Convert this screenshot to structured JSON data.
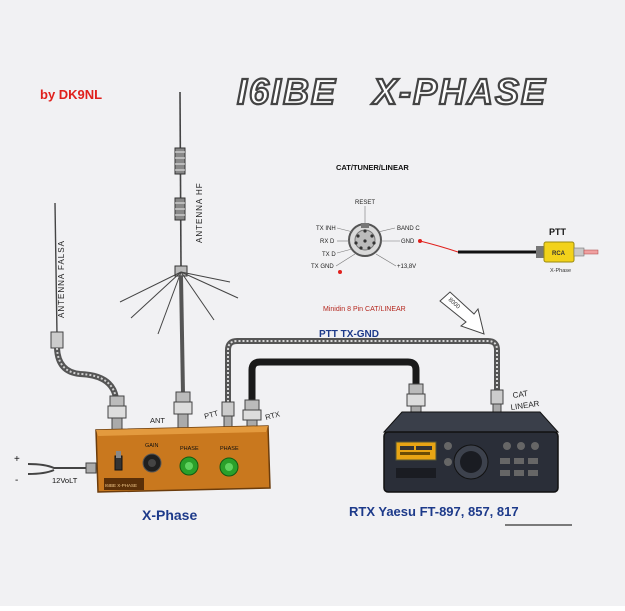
{
  "author": "by DK9NL",
  "title": "I6IBE   X-PHASE",
  "connector": {
    "heading": "CAT/TUNER/LINEAR",
    "pins": {
      "reset": "RESET",
      "tx_inh": "TX INH",
      "band_c": "BAND C",
      "rx_d": "RX D",
      "gnd": "GND",
      "tx_d": "TX D",
      "tx_gnd": "TX GND",
      "v13": "+13,8V"
    },
    "caption": "Minidin 8 Pin CAT/LINEAR"
  },
  "ptt": {
    "label": "PTT",
    "rca": "RCA",
    "sub": "X-Phase"
  },
  "arrow_label": "8000",
  "ptt_tx_gnd": "PTT TX-GND",
  "antennas": {
    "false_antenna": "ANTENNA FALSA",
    "hf_antenna": "ANTENNA HF"
  },
  "box": {
    "port_ant": "ANT",
    "port_ptt": "PTT",
    "port_rtx": "RTX",
    "knob_gain": "GAIN",
    "knob_phase1": "PHASE",
    "knob_phase2": "PHASE",
    "front_label": "I6IBE X-PHASE",
    "power": "12VoLT",
    "plus": "+",
    "minus": "-",
    "caption": "X-Phase"
  },
  "radio": {
    "cat_label_1": "CAT",
    "cat_label_2": "LINEAR",
    "caption": "RTX Yaesu FT-897, 857, 817"
  },
  "colors": {
    "red": "#e0201c",
    "blue": "#1d3a8a",
    "title_fill": "#ffffff",
    "title_stroke": "#555555",
    "cable": "#1a1a1a",
    "box": "#c9781e",
    "knob": "#2aa02a",
    "radio": "#2a2e38",
    "lcd": "#e8a514"
  }
}
